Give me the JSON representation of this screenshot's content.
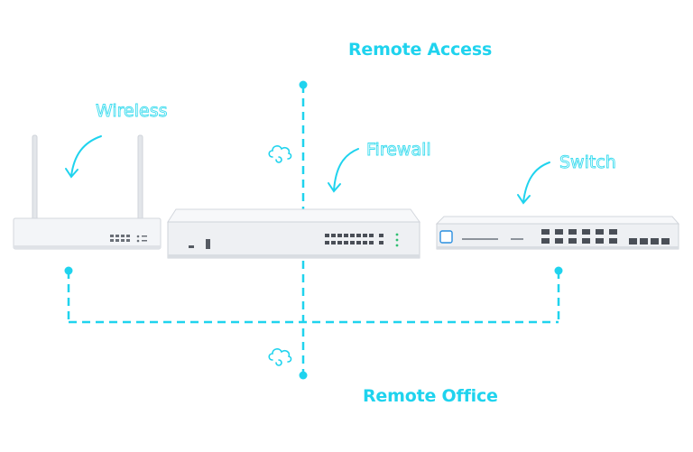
{
  "colors": {
    "accent": "#1fd3ee",
    "outline": "#3cdcef",
    "device_body": "#eef0f3",
    "device_edge": "#c9ced6"
  },
  "titles": {
    "remote_access": "Remote Access",
    "remote_office": "Remote Office"
  },
  "labels": {
    "wireless": "Wireless",
    "firewall": "Firewall",
    "switch": "Switch"
  },
  "icons": {
    "cloud": "cloud-sync-icon",
    "arrow": "curved-arrow-icon"
  }
}
